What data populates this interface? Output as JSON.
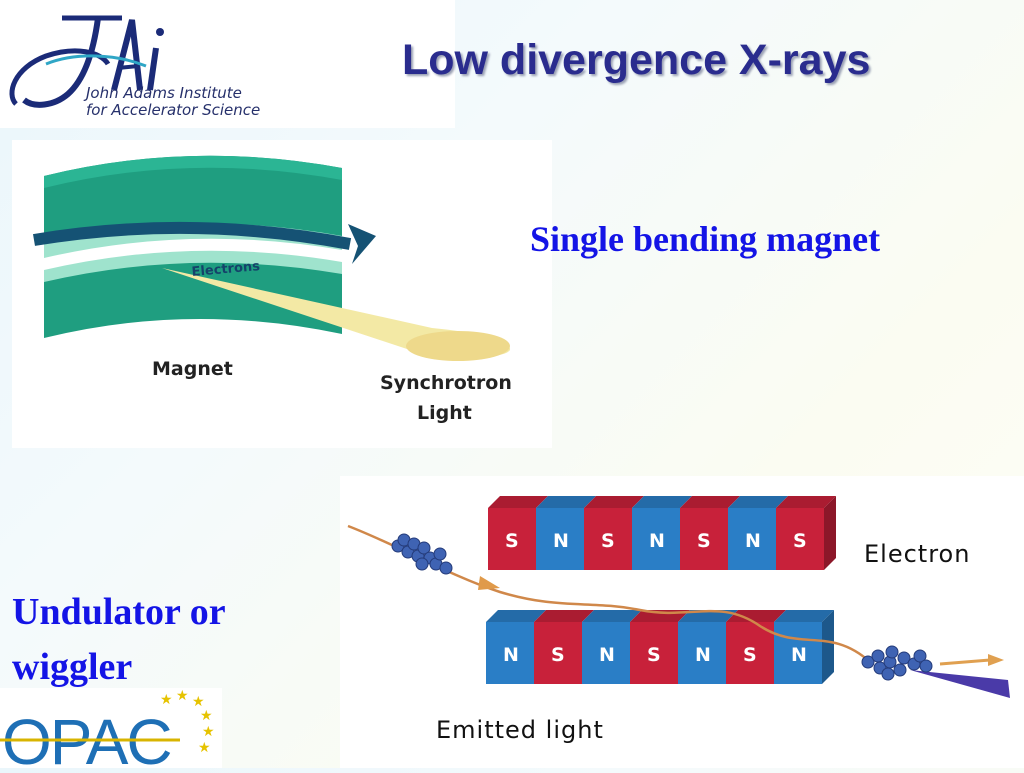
{
  "logo": {
    "mark": "JAi",
    "line1": "John Adams Institute",
    "line2": "for Accelerator Science"
  },
  "title": "Low divergence X-rays",
  "bending_magnet": {
    "caption": "Single bending magnet",
    "electrons_label": "Electrons",
    "magnet_label": "Magnet",
    "light_label_1": "Synchrotron",
    "light_label_2": "Light"
  },
  "undulator": {
    "caption_line1": "Undulator or",
    "caption_line2": "wiggler",
    "electron_label": "Electron",
    "emitted_label": "Emitted light",
    "top_poles": [
      "S",
      "N",
      "S",
      "N",
      "S",
      "N",
      "S"
    ],
    "bottom_poles": [
      "N",
      "S",
      "N",
      "S",
      "N",
      "S",
      "N"
    ]
  },
  "footer_logo": {
    "text": "OPAC"
  },
  "colors": {
    "title": "#2a2c8e",
    "caption": "#1414e6",
    "magnet_teal": "#1f9e80",
    "pole_red": "#c8213a",
    "pole_blue": "#2a7ec6"
  }
}
